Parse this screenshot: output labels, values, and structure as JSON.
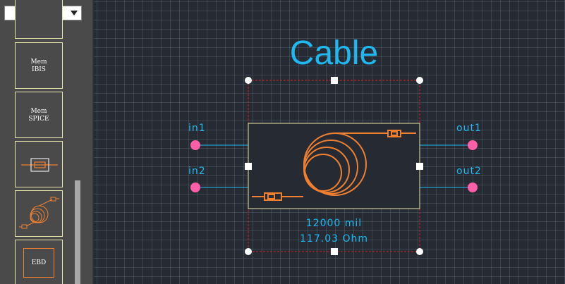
{
  "palette": {
    "dropdown_value": "",
    "tiles": [
      {
        "name": "palette-tile-top-partial",
        "lines": []
      },
      {
        "name": "palette-tile-mem-ibis",
        "lines": [
          "Mem",
          "IBIS"
        ]
      },
      {
        "name": "palette-tile-mem-spice",
        "lines": [
          "Mem",
          "SPICE"
        ]
      },
      {
        "name": "palette-tile-connector",
        "icon": "connector-icon"
      },
      {
        "name": "palette-tile-cable",
        "icon": "cable-icon"
      },
      {
        "name": "palette-tile-ebd",
        "lines": [
          "EBD"
        ]
      }
    ]
  },
  "component": {
    "title": "Cable",
    "ports": {
      "in1": "in1",
      "in2": "in2",
      "out1": "out1",
      "out2": "out2"
    },
    "length": "12000 mil",
    "impedance": "117.03 Ohm",
    "icon": "cable-coil-icon"
  },
  "colors": {
    "accent": "#1fb8f0",
    "port_pin": "#ff5fa8",
    "cable_orange": "#f08030",
    "selection_red": "#d02020",
    "body_outline": "#e8e6a8",
    "canvas_bg": "#262b33",
    "palette_bg": "#4a4a4a"
  }
}
